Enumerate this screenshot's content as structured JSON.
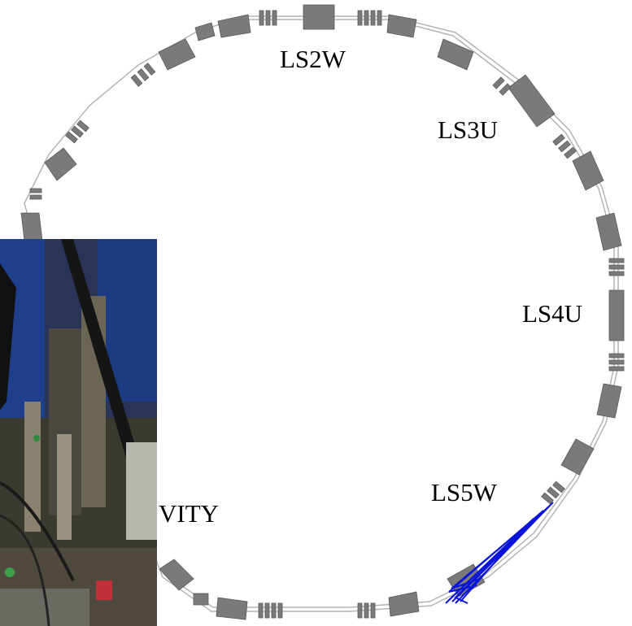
{
  "labels": {
    "ls2w": "LS2W",
    "ls3u": "LS3U",
    "ls4u": "LS4U",
    "ls5w": "LS5W",
    "cavity_partial": "VITY"
  },
  "colors": {
    "magnet": "#7a7a7a",
    "beamline": "#b4b4b4",
    "trajectory": "#0a14d8",
    "background": "#ffffff"
  },
  "photo": {
    "description_icon": "photo-inset"
  }
}
